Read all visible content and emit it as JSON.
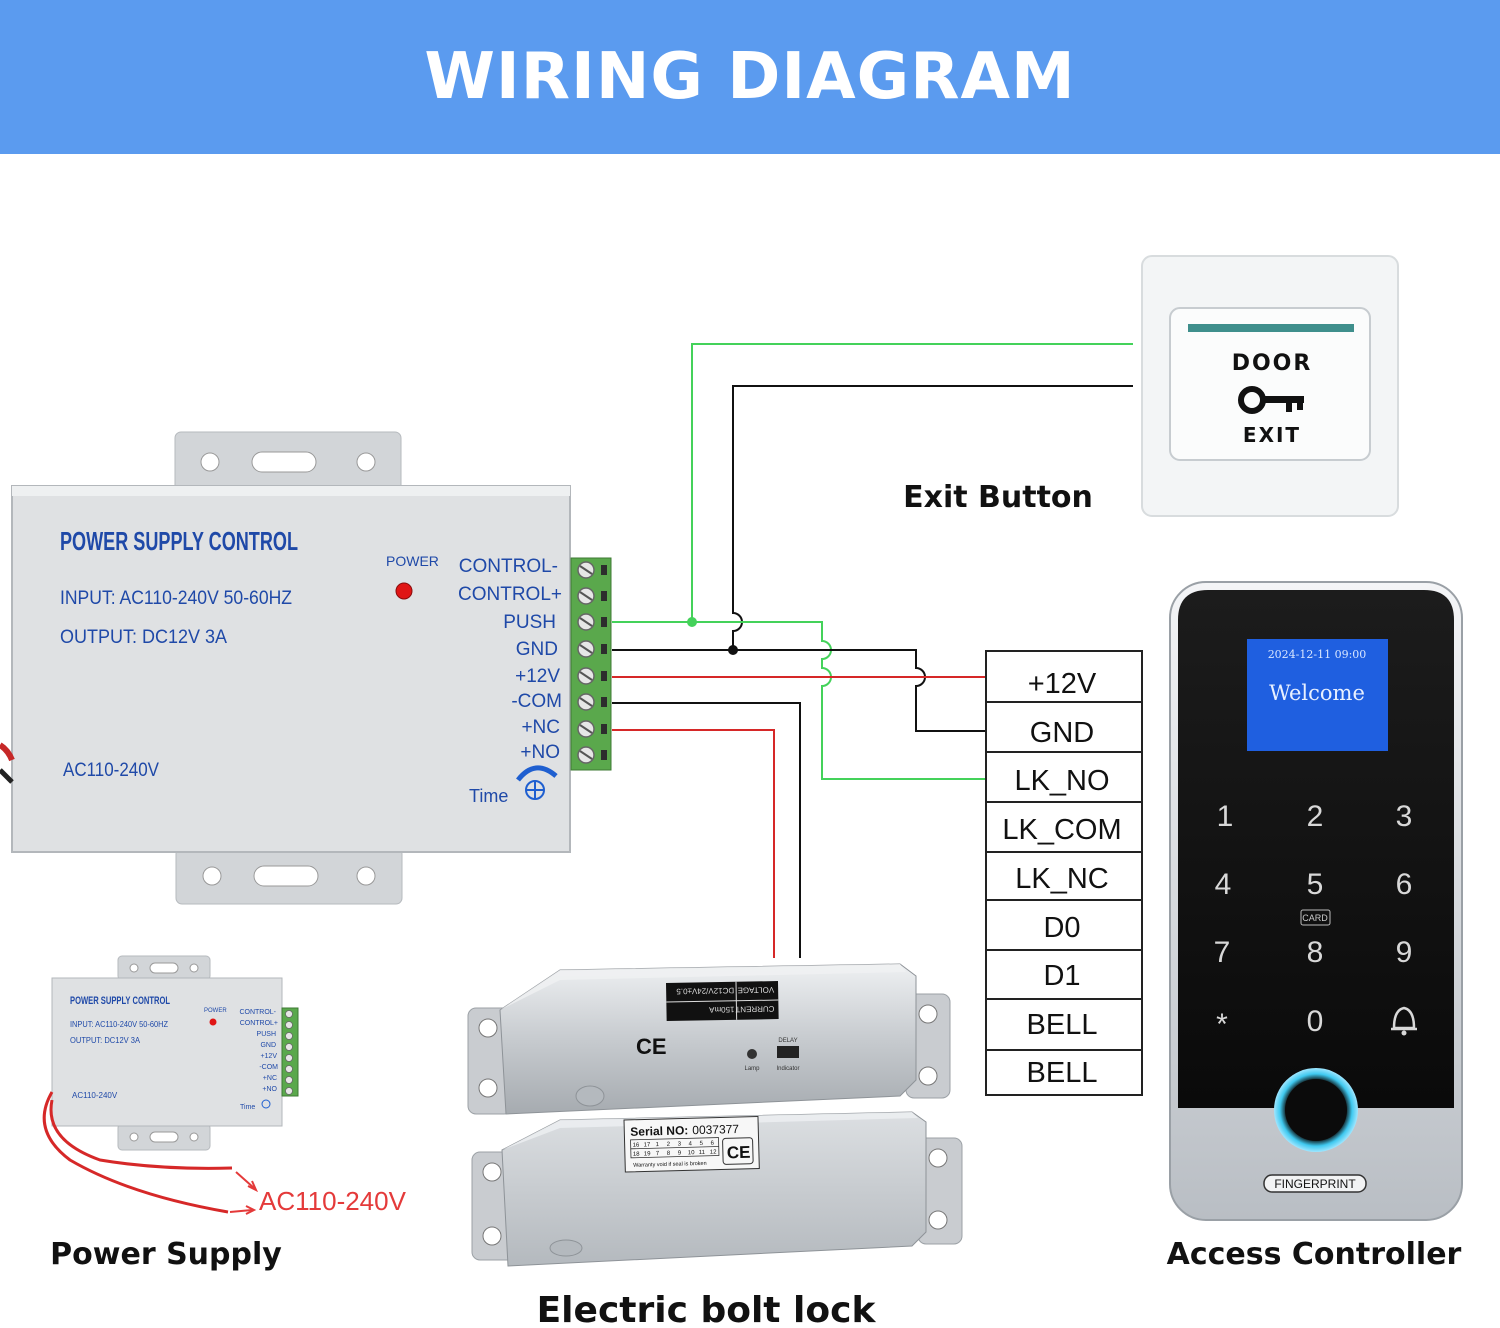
{
  "title": "WIRING DIAGRAM",
  "labels": {
    "exit_button": "Exit Button",
    "power_supply": "Power Supply",
    "electric_bolt_lock": "Electric bolt lock",
    "access_controller": "Access Controller"
  },
  "exit_button": {
    "top": "DOOR",
    "bottom": "EXIT"
  },
  "psu": {
    "title": "POWER SUPPLY CONTROL",
    "input": "INPUT: AC110-240V 50-60HZ",
    "output": "OUTPUT: DC12V  3A",
    "power_led": "POWER",
    "ac_label": "AC110-240V",
    "time_label": "Time",
    "terminals": [
      "CONTROL-",
      "CONTROL+",
      "PUSH",
      "GND",
      "+12V",
      "-COM",
      "+NC",
      "+NO"
    ]
  },
  "psu_small": {
    "title": "POWER SUPPLY CONTROL",
    "input": "INPUT: AC110-240V 50-60HZ",
    "output": "OUTPUT: DC12V  3A",
    "power_led": "POWER",
    "ac_label": "AC110-240V",
    "time_label": "Time",
    "terminals": [
      "CONTROL-",
      "CONTROL+",
      "PUSH",
      "GND",
      "+12V",
      "-COM",
      "+NC",
      "+NO"
    ],
    "mains_label": "AC110-240V"
  },
  "controller": {
    "terminals": [
      "+12V",
      "GND",
      "LK_NO",
      "LK_COM",
      "LK_NC",
      "D0",
      "D1",
      "BELL",
      "BELL"
    ],
    "screen_datetime": "2024-12-11  09:00",
    "screen_message": "Welcome",
    "keys": [
      "1",
      "2",
      "3",
      "4",
      "5",
      "6",
      "7",
      "8",
      "9",
      "*",
      "0",
      "bell-icon"
    ],
    "card_label": "CARD",
    "fingerprint_label": "FINGERPRINT"
  },
  "lock": {
    "current_label": "CURRENT",
    "current_value": "150mA",
    "voltage_label": "VOLTAGE",
    "voltage_value": "DC12V/24V±0.5",
    "ce_mark": "CE",
    "lamp_label": "Lamp",
    "switch_label": "DELAY",
    "indicator_label": "Indicator",
    "serial_label": "Serial NO:",
    "serial_value": "0037377",
    "warranty_note": "Warranty void if seal is broken",
    "serial_grid": [
      "16",
      "17",
      "1",
      "2",
      "3",
      "4",
      "5",
      "6",
      "18",
      "19",
      "7",
      "8",
      "9",
      "10",
      "11",
      "12"
    ]
  },
  "colors": {
    "banner": "#5b9bef",
    "wire_green": "#44d25a",
    "wire_black": "#111111",
    "wire_red": "#d62828",
    "mains_red": "#e43a3a",
    "screen_blue": "#1f5fe0"
  }
}
